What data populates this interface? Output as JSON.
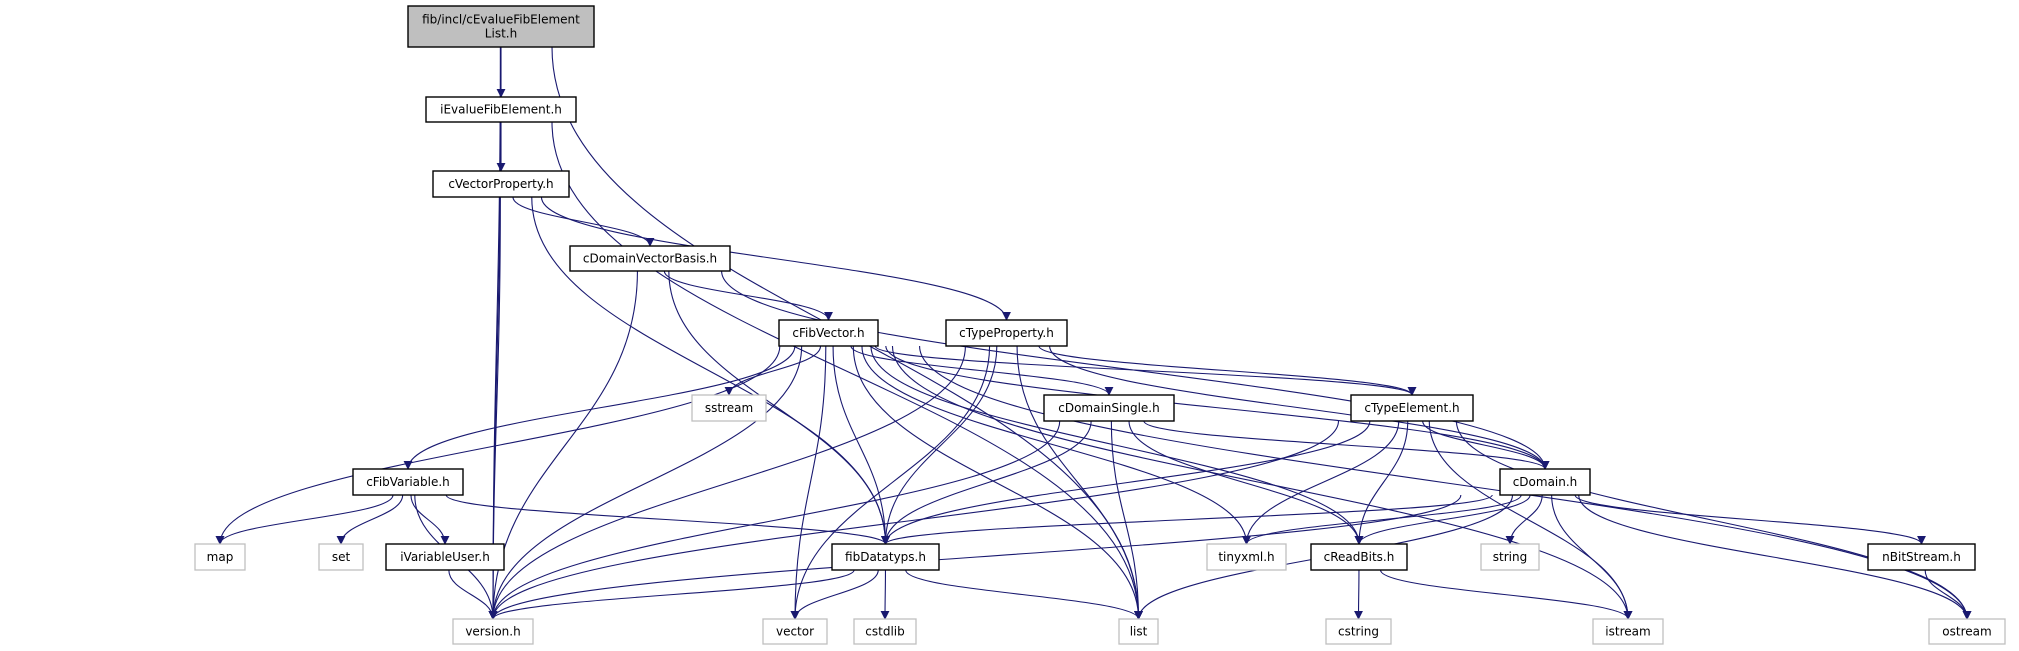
{
  "graph": {
    "colors": {
      "edge": "#191970",
      "root_fill": "#bfbfbf",
      "project_border": "#000000",
      "system_border": "#bfbfbf",
      "system_text": "#000000"
    },
    "nodes": [
      {
        "id": "root",
        "label": [
          "fib/incl/cEvalueFibElement",
          "List.h"
        ],
        "kind": "root"
      },
      {
        "id": "iEvalueFibElement",
        "label": [
          "iEvalueFibElement.h"
        ],
        "kind": "project"
      },
      {
        "id": "cVectorProperty",
        "label": [
          "cVectorProperty.h"
        ],
        "kind": "project"
      },
      {
        "id": "cDomainVectorBasis",
        "label": [
          "cDomainVectorBasis.h"
        ],
        "kind": "project"
      },
      {
        "id": "cFibVector",
        "label": [
          "cFibVector.h"
        ],
        "kind": "project"
      },
      {
        "id": "cTypeProperty",
        "label": [
          "cTypeProperty.h"
        ],
        "kind": "project"
      },
      {
        "id": "sstream",
        "label": [
          "sstream"
        ],
        "kind": "system"
      },
      {
        "id": "cDomainSingle",
        "label": [
          "cDomainSingle.h"
        ],
        "kind": "project"
      },
      {
        "id": "cTypeElement",
        "label": [
          "cTypeElement.h"
        ],
        "kind": "project"
      },
      {
        "id": "cFibVariable",
        "label": [
          "cFibVariable.h"
        ],
        "kind": "project"
      },
      {
        "id": "cDomain",
        "label": [
          "cDomain.h"
        ],
        "kind": "project"
      },
      {
        "id": "map",
        "label": [
          "map"
        ],
        "kind": "system"
      },
      {
        "id": "set",
        "label": [
          "set"
        ],
        "kind": "system"
      },
      {
        "id": "iVariableUser",
        "label": [
          "iVariableUser.h"
        ],
        "kind": "project"
      },
      {
        "id": "fibDatatyps",
        "label": [
          "fibDatatyps.h"
        ],
        "kind": "project"
      },
      {
        "id": "tinyxml",
        "label": [
          "tinyxml.h"
        ],
        "kind": "system"
      },
      {
        "id": "cReadBits",
        "label": [
          "cReadBits.h"
        ],
        "kind": "project"
      },
      {
        "id": "string",
        "label": [
          "string"
        ],
        "kind": "system"
      },
      {
        "id": "nBitStream",
        "label": [
          "nBitStream.h"
        ],
        "kind": "project"
      },
      {
        "id": "version",
        "label": [
          "version.h"
        ],
        "kind": "system"
      },
      {
        "id": "vector",
        "label": [
          "vector"
        ],
        "kind": "system"
      },
      {
        "id": "cstdlib",
        "label": [
          "cstdlib"
        ],
        "kind": "system"
      },
      {
        "id": "list",
        "label": [
          "list"
        ],
        "kind": "system"
      },
      {
        "id": "cstring",
        "label": [
          "cstring"
        ],
        "kind": "system"
      },
      {
        "id": "istream",
        "label": [
          "istream"
        ],
        "kind": "system"
      },
      {
        "id": "ostream",
        "label": [
          "ostream"
        ],
        "kind": "system"
      }
    ],
    "edges": [
      [
        "root",
        "iEvalueFibElement"
      ],
      [
        "root",
        "version"
      ],
      [
        "root",
        "list"
      ],
      [
        "iEvalueFibElement",
        "cVectorProperty"
      ],
      [
        "iEvalueFibElement",
        "version"
      ],
      [
        "iEvalueFibElement",
        "list"
      ],
      [
        "cVectorProperty",
        "cDomainVectorBasis"
      ],
      [
        "cVectorProperty",
        "cTypeProperty"
      ],
      [
        "cVectorProperty",
        "version"
      ],
      [
        "cVectorProperty",
        "fibDatatyps"
      ],
      [
        "cDomainVectorBasis",
        "cFibVector"
      ],
      [
        "cDomainVectorBasis",
        "version"
      ],
      [
        "cDomainVectorBasis",
        "fibDatatyps"
      ],
      [
        "cDomainVectorBasis",
        "cDomain"
      ],
      [
        "cFibVector",
        "sstream"
      ],
      [
        "cFibVector",
        "cFibVariable"
      ],
      [
        "cFibVector",
        "map"
      ],
      [
        "cFibVector",
        "version"
      ],
      [
        "cFibVector",
        "vector"
      ],
      [
        "cFibVector",
        "fibDatatyps"
      ],
      [
        "cFibVector",
        "list"
      ],
      [
        "cFibVector",
        "cDomainSingle"
      ],
      [
        "cFibVector",
        "cTypeElement"
      ],
      [
        "cFibVector",
        "cDomain"
      ],
      [
        "cFibVector",
        "tinyxml"
      ],
      [
        "cFibVector",
        "cReadBits"
      ],
      [
        "cFibVector",
        "istream"
      ],
      [
        "cFibVector",
        "ostream"
      ],
      [
        "cTypeProperty",
        "cTypeElement"
      ],
      [
        "cTypeProperty",
        "version"
      ],
      [
        "cTypeProperty",
        "vector"
      ],
      [
        "cTypeProperty",
        "fibDatatyps"
      ],
      [
        "cTypeProperty",
        "list"
      ],
      [
        "cTypeProperty",
        "cDomain"
      ],
      [
        "cDomainSingle",
        "cDomain"
      ],
      [
        "cDomainSingle",
        "version"
      ],
      [
        "cDomainSingle",
        "fibDatatyps"
      ],
      [
        "cDomainSingle",
        "list"
      ],
      [
        "cDomainSingle",
        "cReadBits"
      ],
      [
        "cTypeElement",
        "cDomain"
      ],
      [
        "cTypeElement",
        "version"
      ],
      [
        "cTypeElement",
        "fibDatatyps"
      ],
      [
        "cTypeElement",
        "tinyxml"
      ],
      [
        "cTypeElement",
        "cReadBits"
      ],
      [
        "cTypeElement",
        "istream"
      ],
      [
        "cTypeElement",
        "ostream"
      ],
      [
        "cFibVariable",
        "map"
      ],
      [
        "cFibVariable",
        "set"
      ],
      [
        "cFibVariable",
        "iVariableUser"
      ],
      [
        "cFibVariable",
        "version"
      ],
      [
        "cFibVariable",
        "fibDatatyps"
      ],
      [
        "iVariableUser",
        "version"
      ],
      [
        "cDomain",
        "fibDatatyps"
      ],
      [
        "cDomain",
        "tinyxml"
      ],
      [
        "cDomain",
        "cReadBits"
      ],
      [
        "cDomain",
        "string"
      ],
      [
        "cDomain",
        "istream"
      ],
      [
        "cDomain",
        "ostream"
      ],
      [
        "cDomain",
        "nBitStream"
      ],
      [
        "cDomain",
        "version"
      ],
      [
        "cDomain",
        "list"
      ],
      [
        "fibDatatyps",
        "version"
      ],
      [
        "fibDatatyps",
        "vector"
      ],
      [
        "fibDatatyps",
        "cstdlib"
      ],
      [
        "fibDatatyps",
        "list"
      ],
      [
        "cReadBits",
        "cstring"
      ],
      [
        "cReadBits",
        "istream"
      ],
      [
        "nBitStream",
        "ostream"
      ]
    ]
  }
}
